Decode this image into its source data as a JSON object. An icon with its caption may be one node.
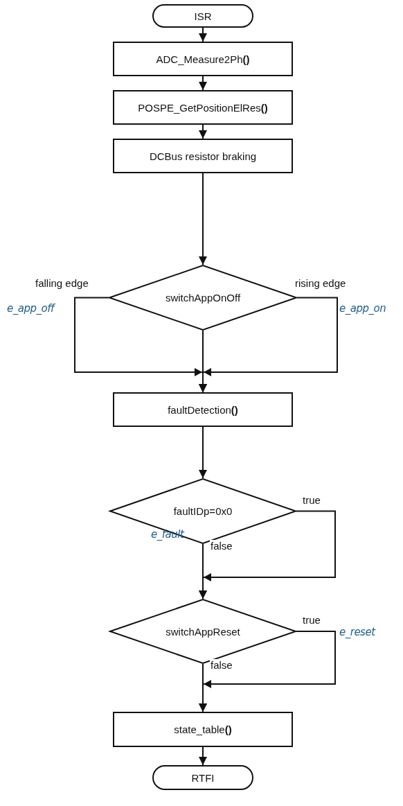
{
  "diagram": {
    "nodes": [
      {
        "text": [
          "ISR"
        ]
      },
      {
        "text": [
          "ADC_Measure2Ph**()**"
        ]
      },
      {
        "text": [
          "POSPE_GetPositionElRes**()**"
        ]
      },
      {
        "text": [
          "DCBus resistor braking"
        ]
      },
      {
        "text": [
          "switchAppOnOff"
        ]
      },
      {
        "text": [
          "faultDetection**()**"
        ]
      },
      {
        "text": [
          "faultIDp=0x0"
        ]
      },
      {
        "text": [
          "switchAppReset"
        ]
      },
      {
        "text": [
          "state_table**()**"
        ]
      },
      {
        "text": [
          "RTFI"
        ]
      }
    ],
    "edges": [
      {
        "from": 0,
        "to": 1,
        "arrow": "to"
      },
      {
        "from": 1,
        "to": 2,
        "arrow": "to"
      },
      {
        "from": 2,
        "to": 3,
        "arrow": "to"
      },
      {
        "from": 3,
        "to": 4,
        "arrow": "to"
      },
      {
        "from": 4,
        "to": 5,
        "arrow": "to",
        "label": "falling edge"
      },
      {
        "from": 4,
        "to": 5,
        "arrow": "to",
        "label": "rising edge"
      },
      {
        "from": 4,
        "to": 5,
        "arrow": "to"
      },
      {
        "from": 5,
        "to": 6,
        "arrow": "to"
      },
      {
        "from": 6,
        "to": 7,
        "arrow": "to",
        "label": "true"
      },
      {
        "from": 6,
        "to": 7,
        "arrow": "to",
        "label": "false"
      },
      {
        "from": 7,
        "to": 8,
        "arrow": "to",
        "label": "true"
      },
      {
        "from": 7,
        "to": 8,
        "arrow": "to",
        "label": "false"
      },
      {
        "from": 8,
        "to": 9,
        "arrow": "to"
      }
    ],
    "labels": [
      "e_app_off",
      "e_app_on",
      "e_fault",
      "e_reset"
    ]
  }
}
